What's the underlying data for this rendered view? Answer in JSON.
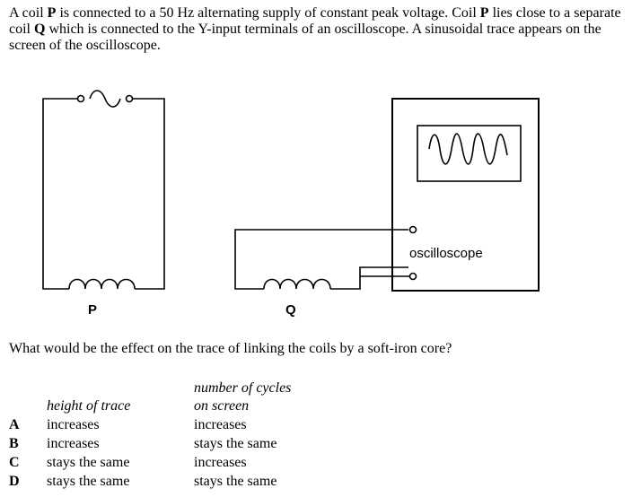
{
  "question": {
    "intro_parts": [
      "A coil ",
      "P",
      " is connected to a 50 Hz alternating supply of constant peak voltage. Coil ",
      "P",
      " lies close to a separate coil ",
      "Q",
      " which is connected to the Y-input terminals of an oscilloscope. A sinusoidal trace appears on the screen of the oscilloscope."
    ],
    "prompt": "What would be the effect on the trace of linking the coils by a soft-iron core?"
  },
  "diagram": {
    "coil_p_label": "P",
    "coil_q_label": "Q",
    "oscilloscope_label": "oscilloscope"
  },
  "options": {
    "headers": {
      "col1": "height of trace",
      "col2_line1": "number of cycles",
      "col2_line2": "on screen"
    },
    "rows": [
      {
        "letter": "A",
        "height": "increases",
        "cycles": "increases"
      },
      {
        "letter": "B",
        "height": "increases",
        "cycles": "stays the same"
      },
      {
        "letter": "C",
        "height": "stays the same",
        "cycles": "increases"
      },
      {
        "letter": "D",
        "height": "stays the same",
        "cycles": "stays the same"
      }
    ]
  }
}
